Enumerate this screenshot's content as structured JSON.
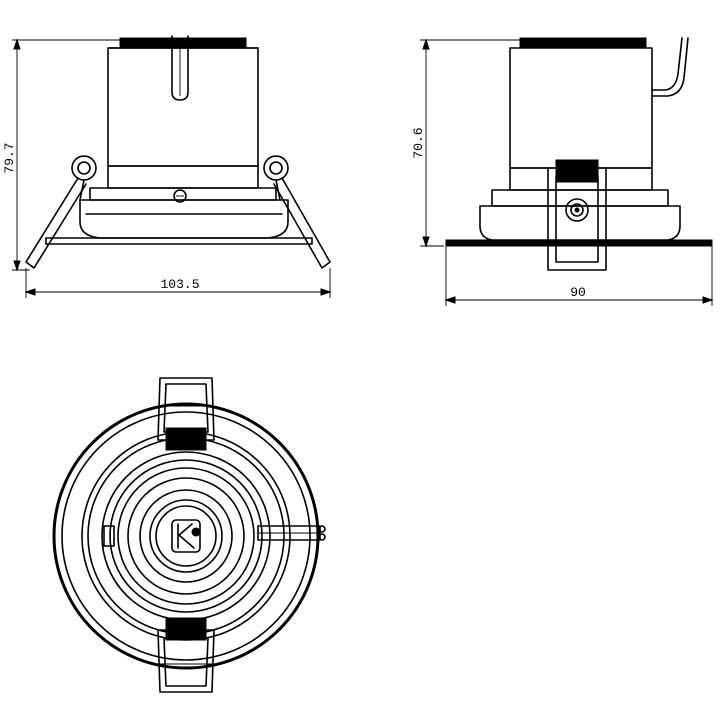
{
  "front_view": {
    "width_dim": "103.5",
    "height_dim": "79.7"
  },
  "side_view": {
    "width_dim": "90",
    "height_dim": "70.6"
  },
  "colors": {
    "line": "#000000",
    "background": "#ffffff"
  }
}
